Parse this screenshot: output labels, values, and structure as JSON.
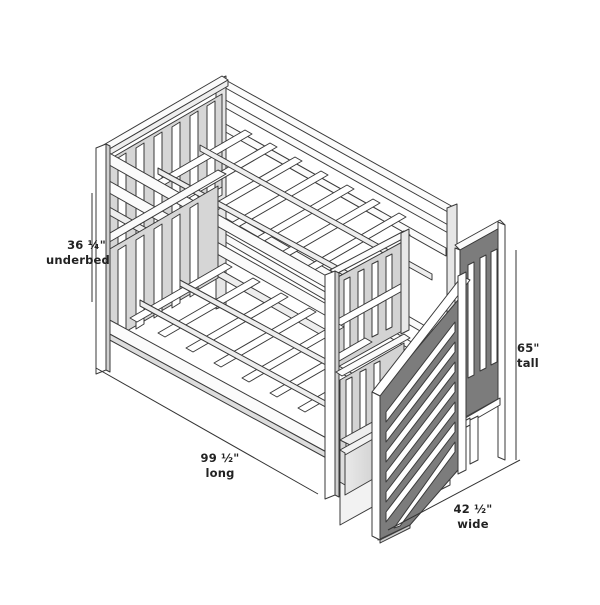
{
  "diagram": {
    "subject": "Twin bunk bed with staircase and storage",
    "colors": {
      "background": "#ffffff",
      "frame_fill": "#fafafa",
      "frame_stroke": "#3a3a3a",
      "shadow": "#9a9a9a",
      "dark_panel": "#7c7c7c",
      "dim_line": "#333333"
    },
    "dimensions": {
      "underbed": {
        "value": "36 ¼\"",
        "label": "underbed"
      },
      "height": {
        "value": "65\"",
        "label": "tall"
      },
      "length": {
        "value": "99 ½\"",
        "label": "long"
      },
      "width": {
        "value": "42 ½\"",
        "label": "wide"
      }
    }
  }
}
